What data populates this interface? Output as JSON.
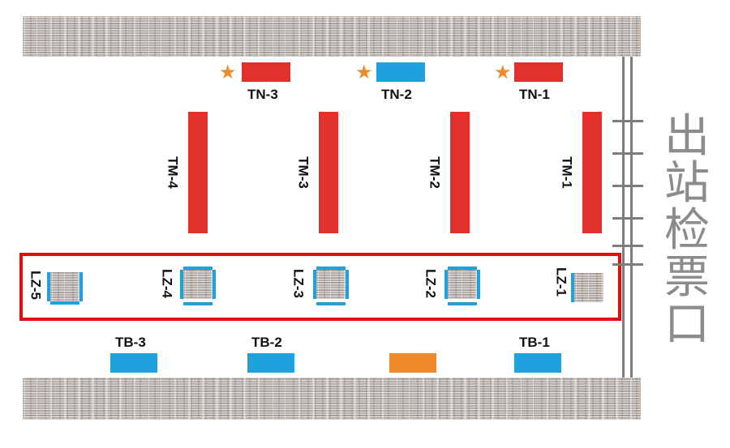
{
  "exit_label": "出站检票口",
  "colors": {
    "red": "#e0312b",
    "blue": "#1ea1dc",
    "orange": "#ee8a2c",
    "highlight": "#e10d0d"
  },
  "tn": [
    {
      "label": "TN-3",
      "color": "red"
    },
    {
      "label": "TN-2",
      "color": "blue"
    },
    {
      "label": "TN-1",
      "color": "red"
    }
  ],
  "tm": [
    {
      "label": "TM-4"
    },
    {
      "label": "TM-3"
    },
    {
      "label": "TM-2"
    },
    {
      "label": "TM-1"
    }
  ],
  "lz": [
    {
      "label": "LZ-5"
    },
    {
      "label": "LZ-4"
    },
    {
      "label": "LZ-3"
    },
    {
      "label": "LZ-2"
    },
    {
      "label": "LZ-1"
    }
  ],
  "tb": [
    {
      "label": "TB-3"
    },
    {
      "label": "TB-2"
    },
    {
      "label": "TB-1"
    }
  ]
}
